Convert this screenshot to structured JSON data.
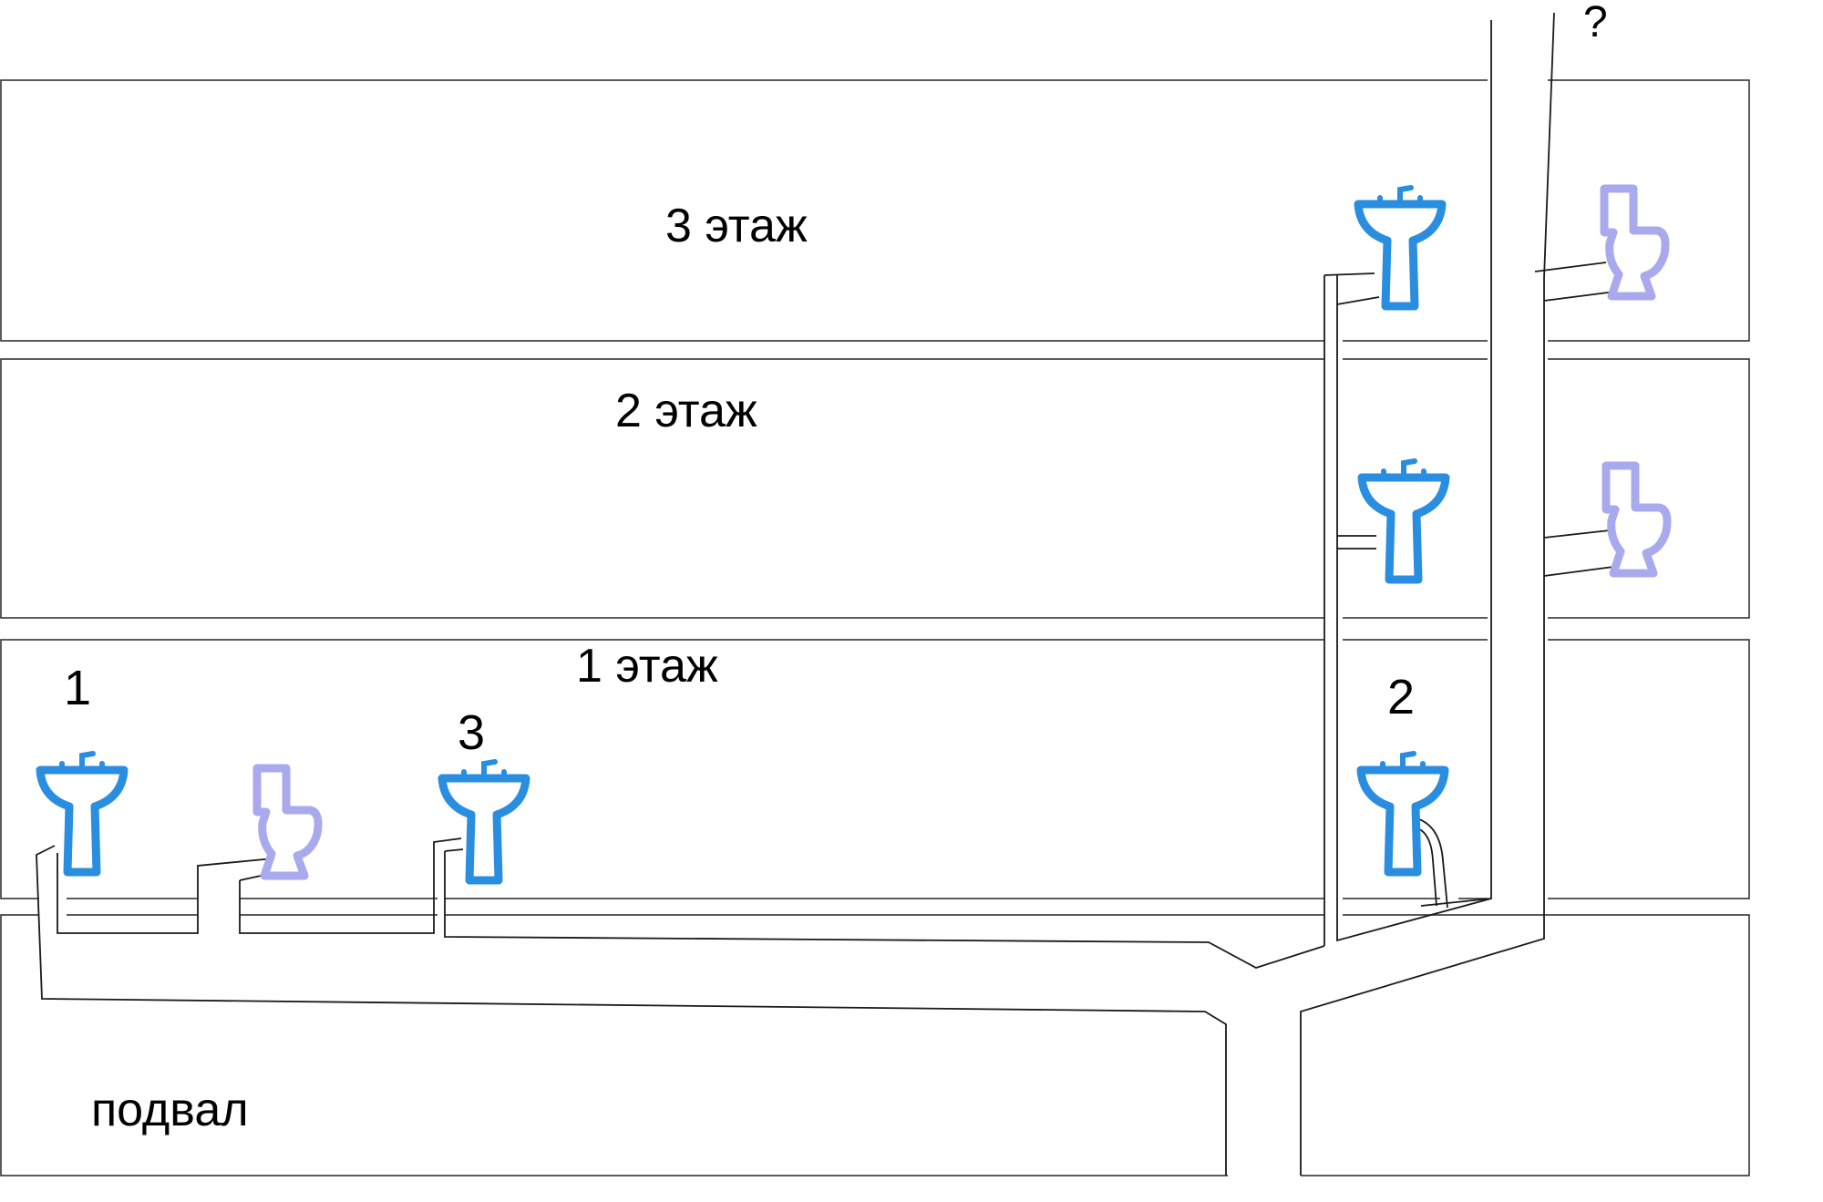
{
  "floors": {
    "third": "3 этаж",
    "second": "2 этаж",
    "first": "1 этаж",
    "basement": "подвал"
  },
  "markers": {
    "one": "1",
    "two": "2",
    "three": "3",
    "question": "?"
  },
  "colors": {
    "sink": "#2a8ee0",
    "toilet": "#a9a9ee",
    "pipe": "#1a1a1a"
  },
  "icons": {
    "sink": "sink-icon",
    "toilet": "toilet-icon"
  }
}
